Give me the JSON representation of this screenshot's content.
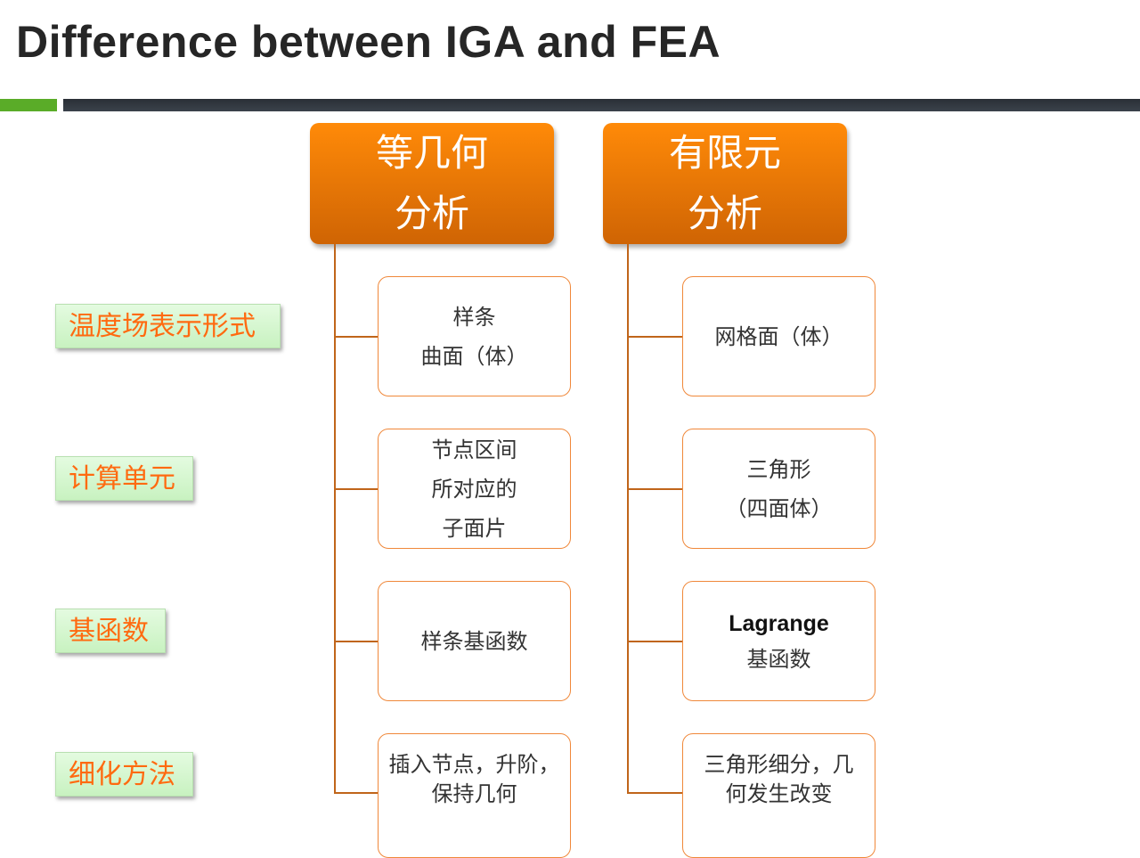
{
  "header": {
    "title": "Difference between IGA and FEA"
  },
  "columns": [
    {
      "heading": [
        "等几何",
        "分析"
      ],
      "cells": [
        [
          "样条",
          "曲面（体）"
        ],
        [
          "节点区间",
          "所对应的",
          "子面片"
        ],
        [
          "样条基函数"
        ],
        [
          "插入节点，升阶，",
          "保持几何"
        ]
      ]
    },
    {
      "heading": [
        "有限元",
        "分析"
      ],
      "cells": [
        [
          "网格面（体）"
        ],
        [
          "三角形",
          "（四面体）"
        ],
        [
          "Lagrange",
          "基函数"
        ],
        [
          "三角形细分，几",
          "何发生改变"
        ]
      ]
    }
  ],
  "categories": [
    "温度场表示形式",
    "计算单元",
    "基函数",
    "细化方法"
  ],
  "colors": {
    "accent_orange": "#ff8a08",
    "label_text": "#ff6a10",
    "label_bg": "#d4f7cc",
    "bar_green": "#5aac28",
    "bar_dark": "#2f353d"
  }
}
